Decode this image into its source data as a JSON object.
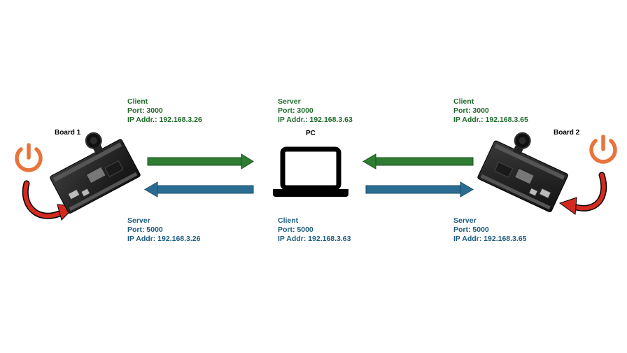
{
  "colors": {
    "green_arrow": "#2e7d32",
    "green_text": "#1f6b2a",
    "blue_arrow": "#2a6d93",
    "blue_text": "#1d5c7f",
    "power_icon": "#e8743b",
    "curved_arrow": "#d42a1f",
    "laptop": "#000000"
  },
  "icons": {
    "power_left": "power-icon",
    "power_right": "power-icon",
    "pc": "laptop-icon",
    "board_left": "camera-board-icon",
    "board_right": "camera-board-icon"
  },
  "board1": {
    "title": "Board 1",
    "client": {
      "role": "Client",
      "port": "Port: 3000",
      "ip": "IP Addr.: 192.168.3.26"
    },
    "server": {
      "role": "Server",
      "port": "Port: 5000",
      "ip": "IP Addr: 192.168.3.26"
    }
  },
  "pc": {
    "title": "PC",
    "server": {
      "role": "Server",
      "port": "Port: 3000",
      "ip": "IP Addr.: 192.168.3.63"
    },
    "client": {
      "role": "Client",
      "port": "Port: 5000",
      "ip": "IP Addr: 192.168.3.63"
    }
  },
  "board2": {
    "title": "Board 2",
    "client": {
      "role": "Client",
      "port": "Port: 3000",
      "ip": "IP Addr.: 192.168.3.65"
    },
    "server": {
      "role": "Server",
      "port": "Port: 5000",
      "ip": "IP Addr: 192.168.3.65"
    }
  }
}
